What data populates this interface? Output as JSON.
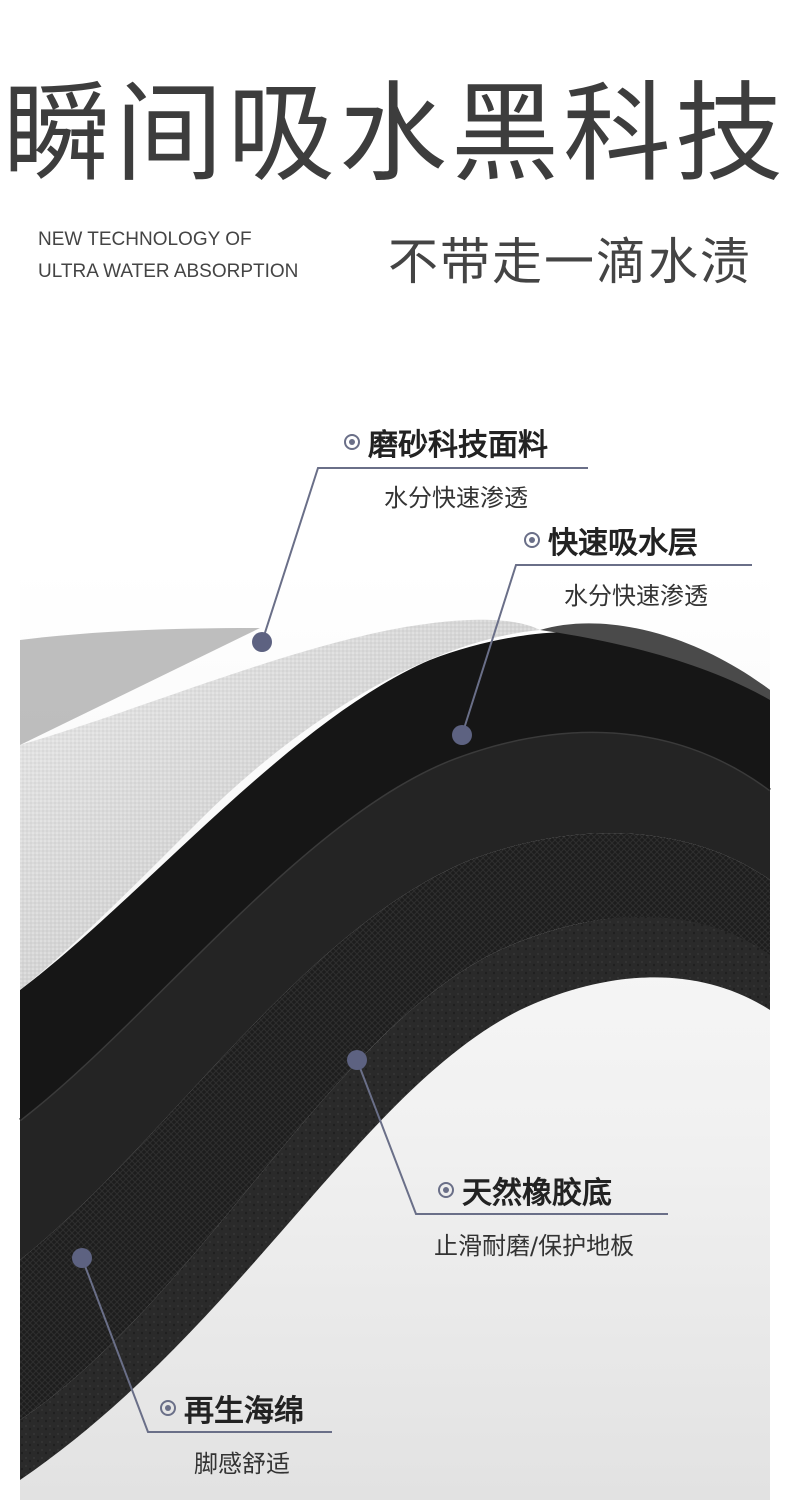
{
  "header": {
    "title": "瞬间吸水黑科技",
    "en_line1": "NEW TECHNOLOGY OF",
    "en_line2": "ULTRA WATER ABSORPTION",
    "subtitle": "不带走一滴水渍"
  },
  "layers": [
    {
      "name": "磨砂科技面料",
      "desc": "水分快速渗透"
    },
    {
      "name": "快速吸水层",
      "desc": "水分快速渗透"
    },
    {
      "name": "天然橡胶底",
      "desc": "止滑耐磨/保护地板"
    },
    {
      "name": "再生海绵",
      "desc": "脚感舒适"
    }
  ],
  "colors": {
    "accent": "#6a6f88",
    "title": "#3d3d3d"
  }
}
